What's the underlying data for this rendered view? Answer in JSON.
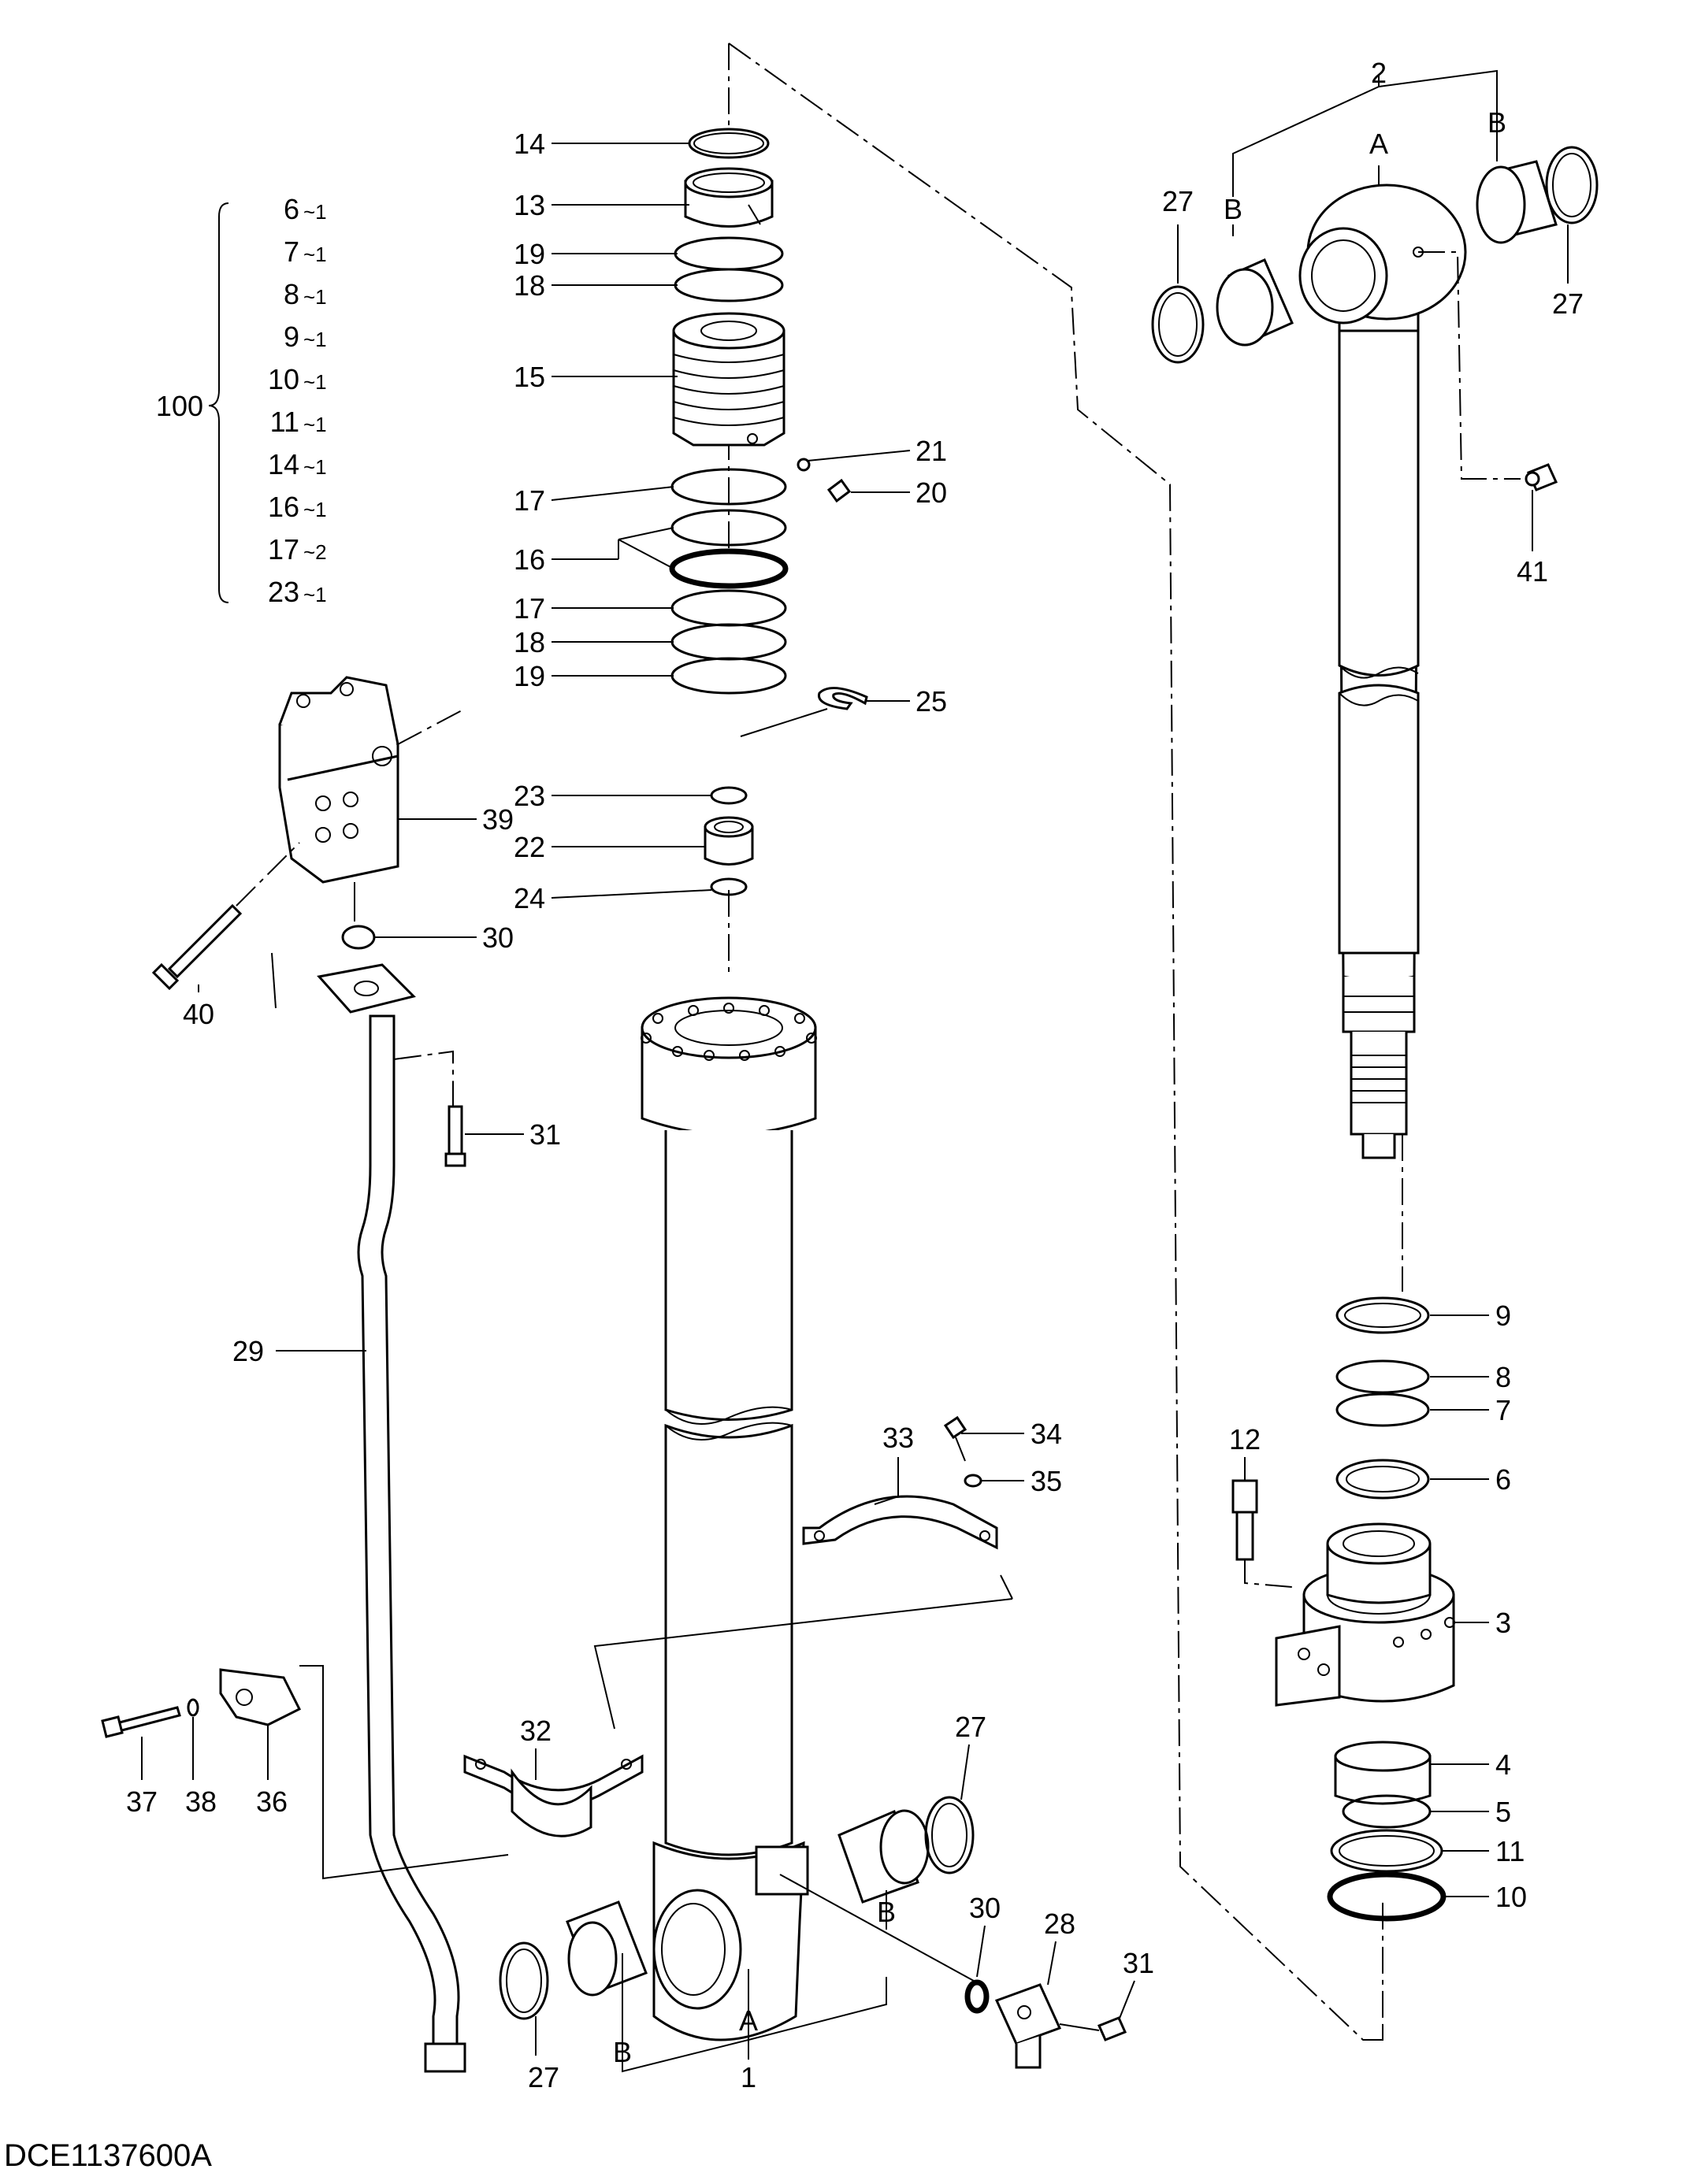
{
  "drawing_code": "DCE1137600A",
  "kit": {
    "number": "100",
    "items": [
      {
        "part": "6",
        "qty": "1"
      },
      {
        "part": "7",
        "qty": "1"
      },
      {
        "part": "8",
        "qty": "1"
      },
      {
        "part": "9",
        "qty": "1"
      },
      {
        "part": "10",
        "qty": "1"
      },
      {
        "part": "11",
        "qty": "1"
      },
      {
        "part": "14",
        "qty": "1"
      },
      {
        "part": "16",
        "qty": "1"
      },
      {
        "part": "17",
        "qty": "2"
      },
      {
        "part": "23",
        "qty": "1"
      }
    ]
  },
  "callouts": {
    "c1": "1",
    "c2": "2",
    "c3": "3",
    "c4": "4",
    "c5": "5",
    "c6": "6",
    "c7": "7",
    "c8": "8",
    "c9": "9",
    "c10": "10",
    "c11": "11",
    "c12": "12",
    "c13": "13",
    "c14": "14",
    "c15": "15",
    "c16": "16",
    "c17a": "17",
    "c17b": "17",
    "c18a": "18",
    "c18b": "18",
    "c19a": "19",
    "c19b": "19",
    "c20": "20",
    "c21": "21",
    "c22": "22",
    "c23": "23",
    "c24": "24",
    "c25": "25",
    "c27a": "27",
    "c27b": "27",
    "c27c": "27",
    "c27d": "27",
    "c28": "28",
    "c29": "29",
    "c30a": "30",
    "c30b": "30",
    "c31a": "31",
    "c31b": "31",
    "c32": "32",
    "c33": "33",
    "c34": "34",
    "c35": "35",
    "c36": "36",
    "c37": "37",
    "c38": "38",
    "c39": "39",
    "c40": "40",
    "c41": "41"
  },
  "letters": {
    "a_rod": "A",
    "b_rod_left": "B",
    "b_rod_right": "B",
    "a_tube": "A",
    "b_tube_left": "B",
    "b_tube_right": "B"
  }
}
